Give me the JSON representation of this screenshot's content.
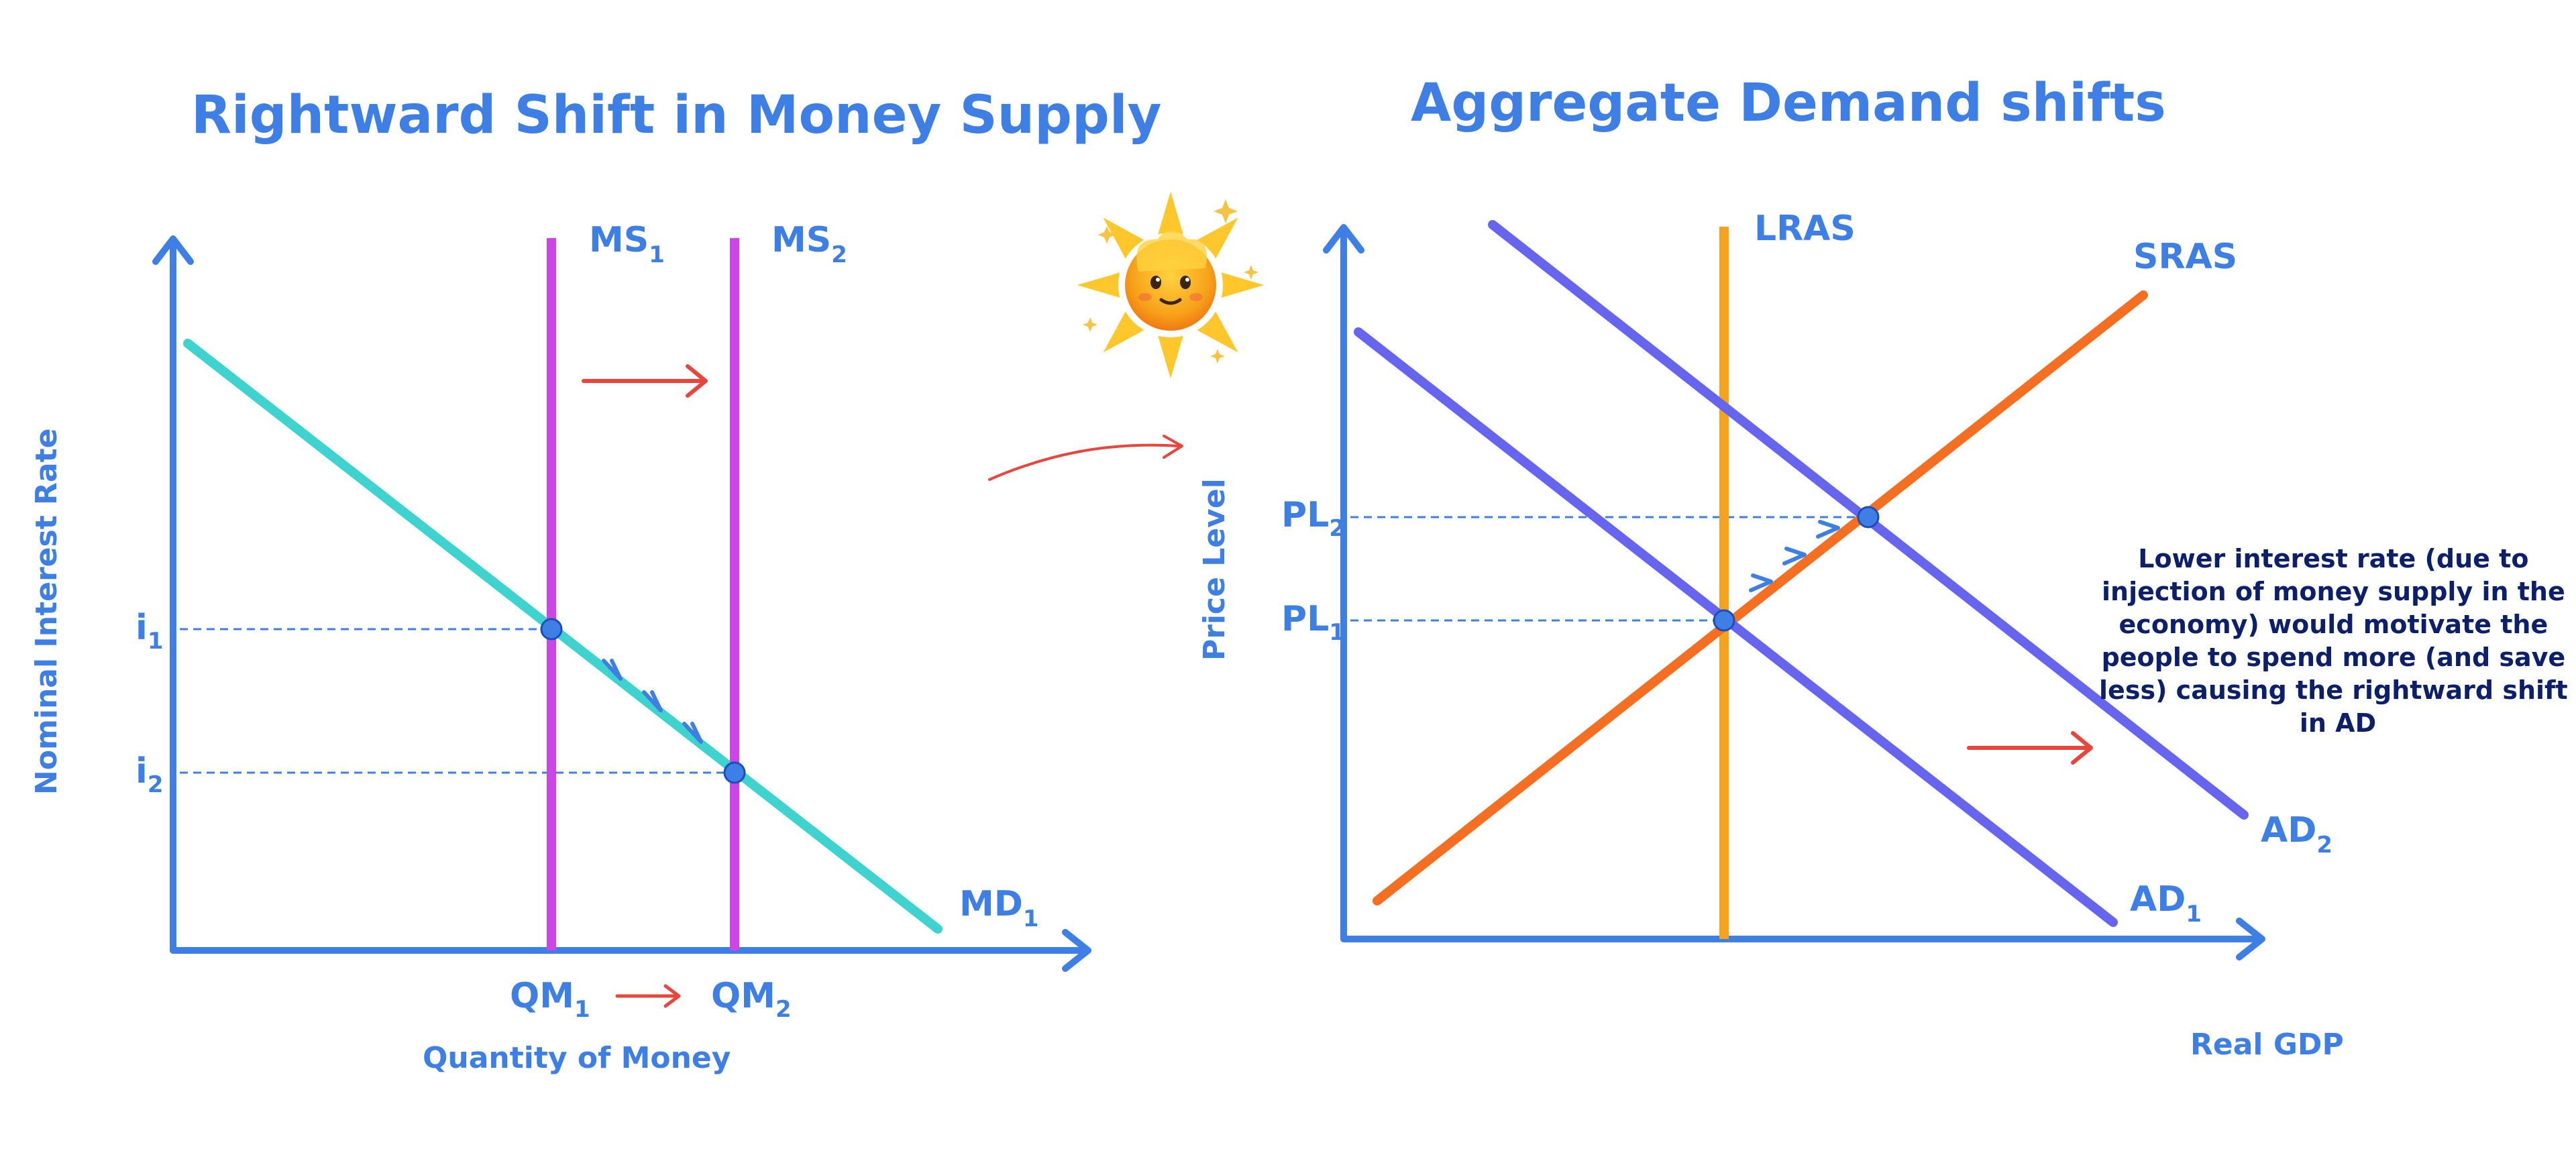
{
  "left_diagram": {
    "title": "Rightward Shift in Money Supply",
    "y_axis_label": "Nominal Interest Rate",
    "x_axis_label": "Quantity of Money",
    "curves": {
      "ms1": {
        "main": "MS",
        "sub": "1",
        "color": "#cc46e6"
      },
      "ms2": {
        "main": "MS",
        "sub": "2",
        "color": "#cc46e6"
      },
      "md1": {
        "main": "MD",
        "sub": "1",
        "color": "#3fd3cf"
      }
    },
    "y_ticks": {
      "i1": {
        "main": "i",
        "sub": "1"
      },
      "i2": {
        "main": "i",
        "sub": "2"
      }
    },
    "x_ticks": {
      "qm1": {
        "main": "QM",
        "sub": "1"
      },
      "qm2": {
        "main": "QM",
        "sub": "2"
      }
    },
    "axis_color": "#3e7fe6",
    "arrow_color": "#e8453c"
  },
  "right_diagram": {
    "title": "Aggregate Demand shifts",
    "y_axis_label": "Price Level",
    "x_axis_label": "Real GDP",
    "curves": {
      "lras": {
        "main": "LRAS",
        "color": "#f5a21c"
      },
      "sras": {
        "main": "SRAS",
        "color": "#f56f22"
      },
      "ad1": {
        "main": "AD",
        "sub": "1",
        "color": "#6565ef"
      },
      "ad2": {
        "main": "AD",
        "sub": "2",
        "color": "#6565ef"
      }
    },
    "y_ticks": {
      "pl1": {
        "main": "PL",
        "sub": "1"
      },
      "pl2": {
        "main": "PL",
        "sub": "2"
      }
    },
    "note_lines": [
      "Lower interest rate (due to",
      "injection of money supply in the",
      "economy) would motivate the",
      "people to spend more (and save",
      "less) causing the rightward shift",
      "in AD"
    ],
    "note_color": "#0b1f6b"
  },
  "sun_icon": "smiling-sun-sticker"
}
